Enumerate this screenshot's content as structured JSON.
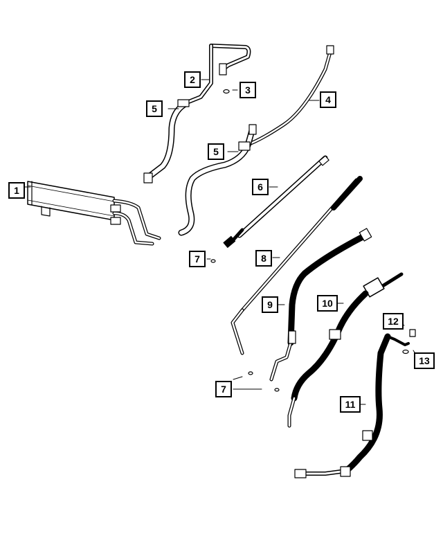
{
  "callouts": {
    "c1": "1",
    "c2": "2",
    "c3": "3",
    "c4": "4",
    "c5a": "5",
    "c5b": "5",
    "c6": "6",
    "c7a": "7",
    "c7b": "7",
    "c8": "8",
    "c9": "9",
    "c10": "10",
    "c11": "11",
    "c12": "12",
    "c13": "13"
  },
  "parts": [
    "cooler",
    "tube-upper",
    "o-ring-small",
    "return-tube",
    "clamp-hose",
    "line-6",
    "o-ring",
    "line-8",
    "pressure-hose-9",
    "pressure-hose-10",
    "hose-11",
    "bolt-12",
    "washer-13"
  ]
}
